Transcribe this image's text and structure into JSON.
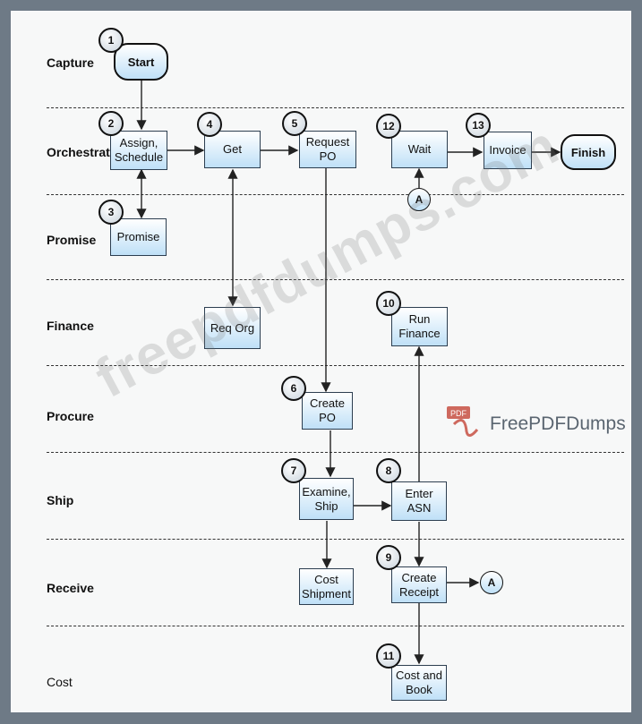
{
  "lanes": [
    "Capture",
    "Orchestrate",
    "Promise",
    "Finance",
    "Procure",
    "Ship",
    "Receive",
    "Cost"
  ],
  "nodes": {
    "start": "Start",
    "assign": "Assign,\nSchedule",
    "get": "Get",
    "request_po": "Request\nPO",
    "wait": "Wait",
    "invoice": "Invoice",
    "finish": "Finish",
    "promise": "Promise",
    "req_org": "Req Org",
    "run_finance": "Run\nFinance",
    "create_po": "Create\nPO",
    "examine_ship": "Examine,\nShip",
    "enter_asn": "Enter\nASN",
    "cost_shipment": "Cost\nShipment",
    "create_receipt": "Create\nReceipt",
    "cost_and_book": "Cost and\nBook"
  },
  "steps": [
    "1",
    "2",
    "3",
    "4",
    "5",
    "6",
    "7",
    "8",
    "9",
    "10",
    "11",
    "12",
    "13"
  ],
  "connector_label": "A",
  "watermark": "freepdfdumps.com",
  "logo": {
    "badge": "PDF",
    "text": "FreePDFDumps"
  }
}
